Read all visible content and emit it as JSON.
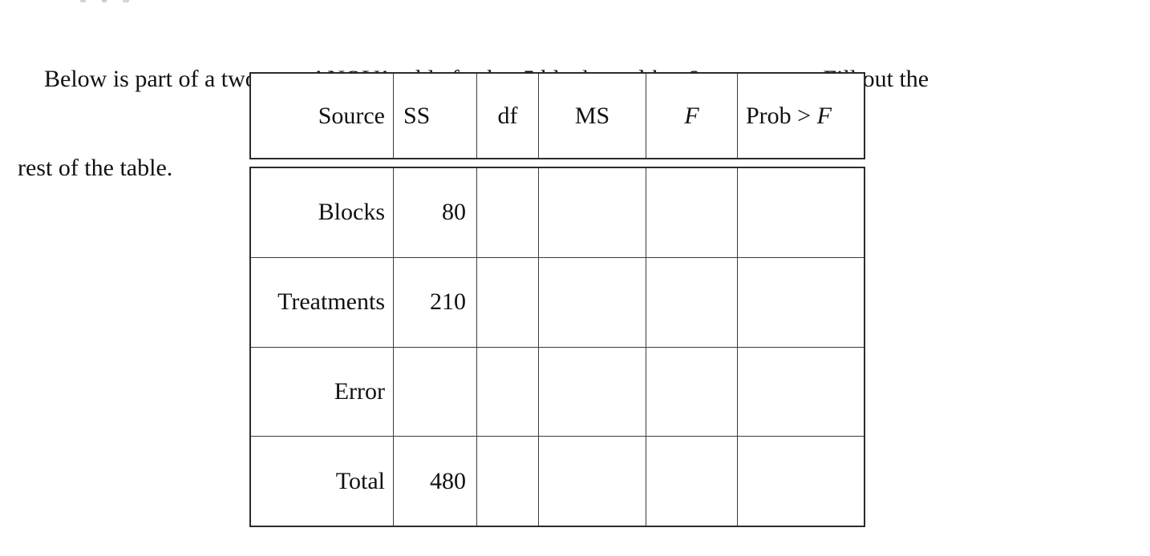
{
  "problem": {
    "line1": {
      "seg0": "Below is part of a two-way ANOVA table for ",
      "b_var": "b",
      "seg1": " = 5 blocks and ",
      "k_var": "k",
      "seg2": " = 6 treatments.  Fill out the"
    },
    "line2": "rest of the table."
  },
  "anova_table": {
    "headers": {
      "source": "Source",
      "ss": "SS",
      "df": "df",
      "ms": "MS",
      "f": "F",
      "prob_prefix": "Prob > ",
      "prob_f": "F"
    },
    "rows": [
      {
        "source": "Blocks",
        "ss": "80",
        "df": "",
        "ms": "",
        "f": "",
        "prob": ""
      },
      {
        "source": "Treatments",
        "ss": "210",
        "df": "",
        "ms": "",
        "f": "",
        "prob": ""
      },
      {
        "source": "Error",
        "ss": "",
        "df": "",
        "ms": "",
        "f": "",
        "prob": ""
      },
      {
        "source": "Total",
        "ss": "480",
        "df": "",
        "ms": "",
        "f": "",
        "prob": ""
      }
    ]
  }
}
